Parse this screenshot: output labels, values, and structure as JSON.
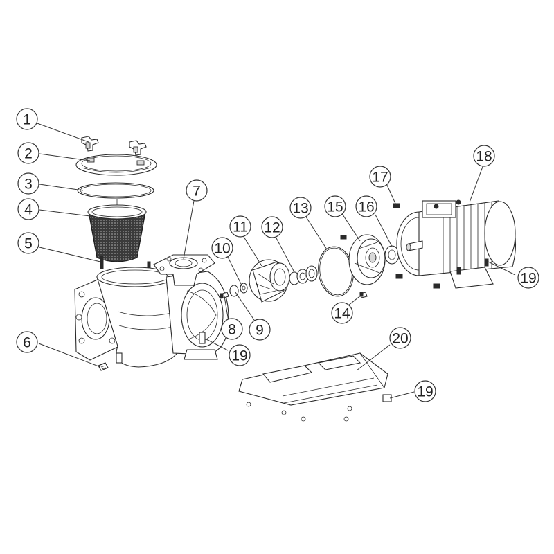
{
  "diagram": {
    "callouts": [
      {
        "id": "c1",
        "label": "1"
      },
      {
        "id": "c2",
        "label": "2"
      },
      {
        "id": "c3",
        "label": "3"
      },
      {
        "id": "c4",
        "label": "4"
      },
      {
        "id": "c5",
        "label": "5"
      },
      {
        "id": "c6",
        "label": "6"
      },
      {
        "id": "c7",
        "label": "7"
      },
      {
        "id": "c8",
        "label": "8"
      },
      {
        "id": "c9",
        "label": "9"
      },
      {
        "id": "c10",
        "label": "10"
      },
      {
        "id": "c11",
        "label": "11"
      },
      {
        "id": "c12",
        "label": "12"
      },
      {
        "id": "c13",
        "label": "13"
      },
      {
        "id": "c14",
        "label": "14"
      },
      {
        "id": "c15",
        "label": "15"
      },
      {
        "id": "c16",
        "label": "16"
      },
      {
        "id": "c17",
        "label": "17"
      },
      {
        "id": "c18",
        "label": "18"
      },
      {
        "id": "c19a",
        "label": "19"
      },
      {
        "id": "c19b",
        "label": "19"
      },
      {
        "id": "c19c",
        "label": "19"
      },
      {
        "id": "c20",
        "label": "20"
      }
    ],
    "colors": {
      "line": "#2a2a2a",
      "background": "#ffffff"
    }
  }
}
